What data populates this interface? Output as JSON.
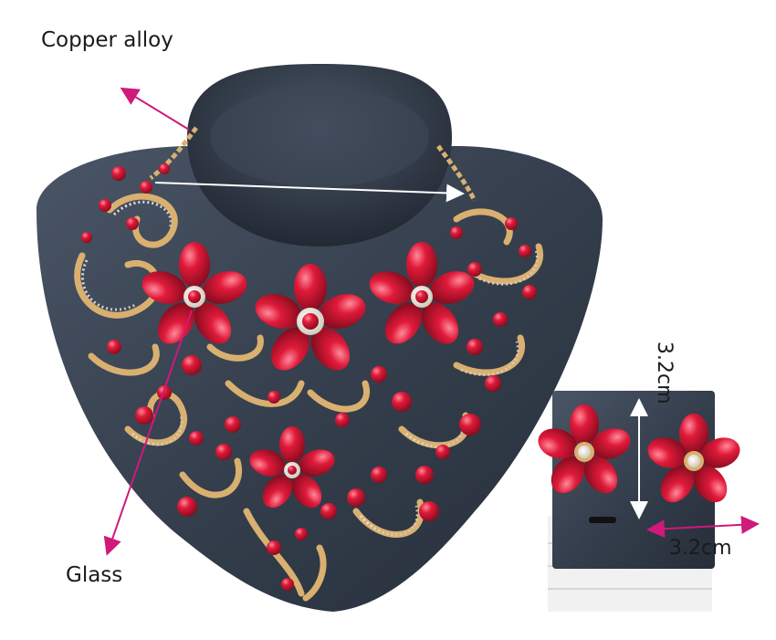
{
  "labels": {
    "material_chain": "Copper alloy",
    "material_stone": "Glass",
    "earring_height": "3.2cm",
    "earring_width": "3.2cm"
  },
  "colors": {
    "bust": "#3a4554",
    "stone_red": "#c8102e",
    "gold": "#d9b070",
    "arrow": "#d0197b"
  }
}
